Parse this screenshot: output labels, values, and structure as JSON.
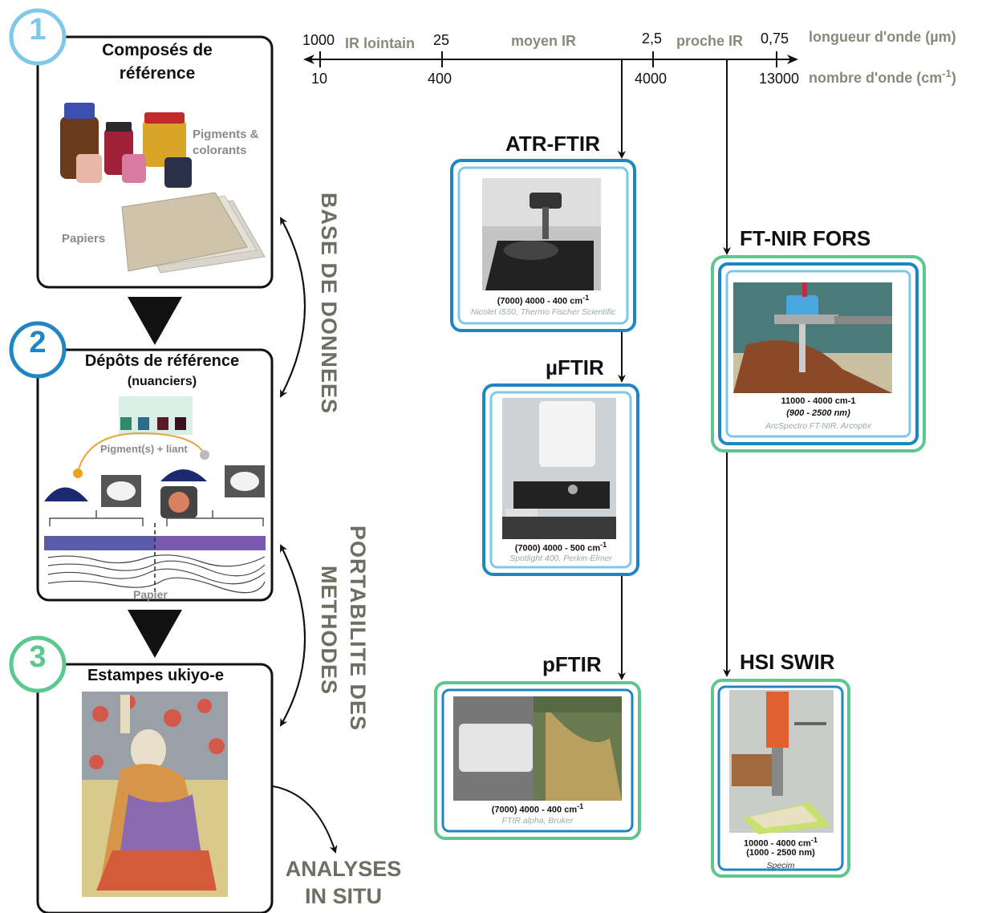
{
  "axis": {
    "wavelength_ticks": [
      "1000",
      "25",
      "2,5",
      "0,75"
    ],
    "wavenumber_ticks": [
      "10",
      "400",
      "4000",
      "13000"
    ],
    "regions": [
      "IR lointain",
      "moyen IR",
      "proche IR"
    ],
    "wavelength_label": "longueur d'onde (µm)",
    "wavenumber_label": "nombre d'onde (cm",
    "wavenumber_exp": "-1",
    "wavenumber_close": ")"
  },
  "steps": [
    {
      "number": "1",
      "title_line1": "Composés de",
      "title_line2": "référence",
      "labels": [
        "Pigments &",
        "colorants",
        "Papiers"
      ],
      "color": "#7ec8e8"
    },
    {
      "number": "2",
      "title_line1": "Dépôts de référence",
      "title_line2": "(nuanciers)",
      "labels": [
        "Pigment(s) + liant",
        "Papier"
      ],
      "color": "#1f86c4"
    },
    {
      "number": "3",
      "title_line1": "Estampes ukiyo-e",
      "color": "#5cc890"
    }
  ],
  "side_labels": {
    "base": "BASE DE DONNEES",
    "portabilite_line1": "PORTABILITE DES",
    "portabilite_line2": "METHODES",
    "analyses_line1": "ANALYSES",
    "analyses_line2": "IN SITU"
  },
  "instruments": [
    {
      "id": "atr",
      "title": "ATR-FTIR",
      "range": "(7000) 4000 - 400 cm",
      "range_exp": "-1",
      "model": "Nicolet iS50, Thermo Fischer Scientific"
    },
    {
      "id": "micro",
      "title": "µFTIR",
      "range": "(7000) 4000 - 500 cm",
      "range_exp": "-1",
      "model": "Spotlight 400, Perkin-Elmer"
    },
    {
      "id": "p",
      "title": "pFTIR",
      "range": "(7000) 4000 - 400 cm",
      "range_exp": "-1",
      "model": "FTIR alpha, Bruker"
    },
    {
      "id": "fors",
      "title": "FT-NIR FORS",
      "range": "11000 - 4000 cm-1",
      "range2": "(900 - 2500 nm)",
      "model": "ArcSpectro FT-NIR, Arcoptix"
    },
    {
      "id": "hsi",
      "title": "HSI SWIR",
      "range": "10000 - 4000 cm",
      "range_exp": "-1",
      "range2": "(1000 - 2500 nm)",
      "model": "Specim"
    }
  ],
  "colors": {
    "light_blue": "#7ec8e8",
    "mid_blue": "#1f86c4",
    "green": "#5cc890",
    "grey_text": "#8a8a7a"
  }
}
